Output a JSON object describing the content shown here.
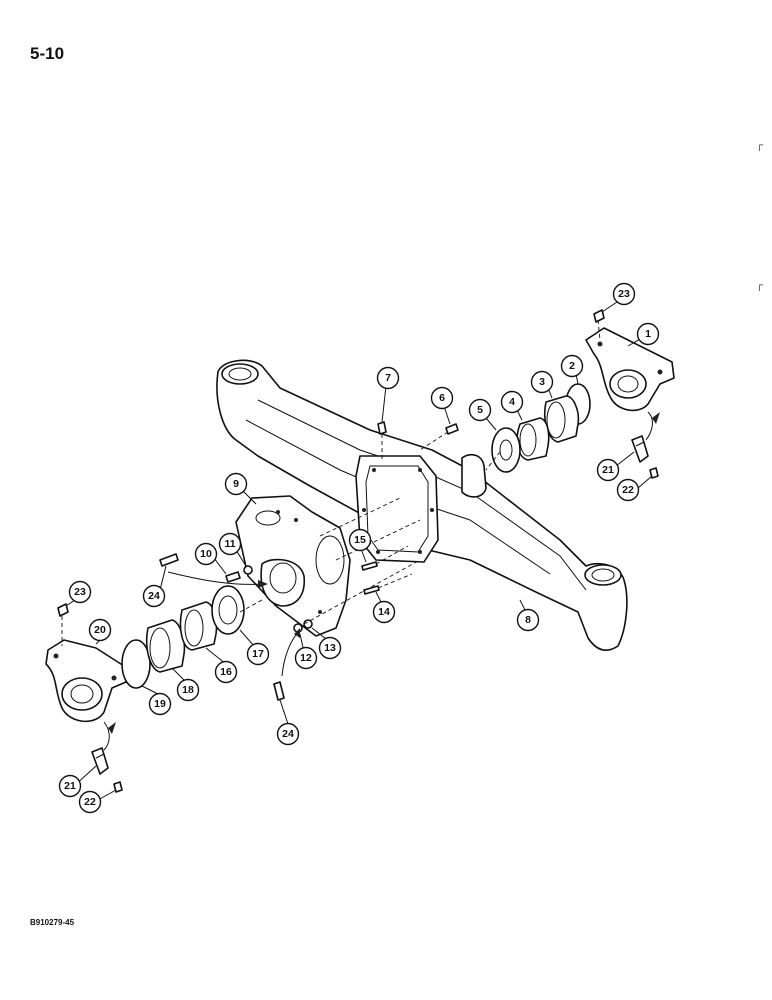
{
  "page": {
    "number": "5-10",
    "figure_code": "B910279-45"
  },
  "callouts": [
    {
      "id": "c1",
      "label": "1"
    },
    {
      "id": "c2",
      "label": "2"
    },
    {
      "id": "c3",
      "label": "3"
    },
    {
      "id": "c4",
      "label": "4"
    },
    {
      "id": "c5",
      "label": "5"
    },
    {
      "id": "c6",
      "label": "6"
    },
    {
      "id": "c7",
      "label": "7"
    },
    {
      "id": "c8",
      "label": "8"
    },
    {
      "id": "c9",
      "label": "9"
    },
    {
      "id": "c10",
      "label": "10"
    },
    {
      "id": "c11",
      "label": "11"
    },
    {
      "id": "c12",
      "label": "12"
    },
    {
      "id": "c13",
      "label": "13"
    },
    {
      "id": "c14",
      "label": "14"
    },
    {
      "id": "c15",
      "label": "15"
    },
    {
      "id": "c16",
      "label": "16"
    },
    {
      "id": "c17",
      "label": "17"
    },
    {
      "id": "c18",
      "label": "18"
    },
    {
      "id": "c19",
      "label": "19"
    },
    {
      "id": "c20",
      "label": "20"
    },
    {
      "id": "c21a",
      "label": "21"
    },
    {
      "id": "c21b",
      "label": "21"
    },
    {
      "id": "c22a",
      "label": "22"
    },
    {
      "id": "c22b",
      "label": "22"
    },
    {
      "id": "c23a",
      "label": "23"
    },
    {
      "id": "c23b",
      "label": "23"
    },
    {
      "id": "c24a",
      "label": "24"
    },
    {
      "id": "c24b",
      "label": "24"
    }
  ]
}
